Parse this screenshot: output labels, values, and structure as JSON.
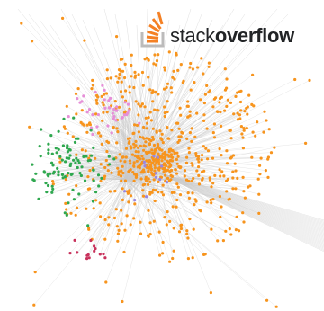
{
  "logo": {
    "wordmark_light": "stack",
    "wordmark_bold": "overflow",
    "icon": "stackoverflow-logo-icon",
    "mark_color": "#f48024",
    "tray_color": "#bcbbbb",
    "text_color": "#222426"
  },
  "graph": {
    "edge_color": "#c9c9c9",
    "clusters": [
      {
        "name": "orange",
        "color": "#f7941d",
        "share": 0.78
      },
      {
        "name": "green",
        "color": "#2fa84f",
        "share": 0.12
      },
      {
        "name": "pink",
        "color": "#e68fd8",
        "share": 0.06
      },
      {
        "name": "red",
        "color": "#c8325c",
        "share": 0.02
      },
      {
        "name": "purple",
        "color": "#9b86e0",
        "share": 0.02
      }
    ]
  }
}
